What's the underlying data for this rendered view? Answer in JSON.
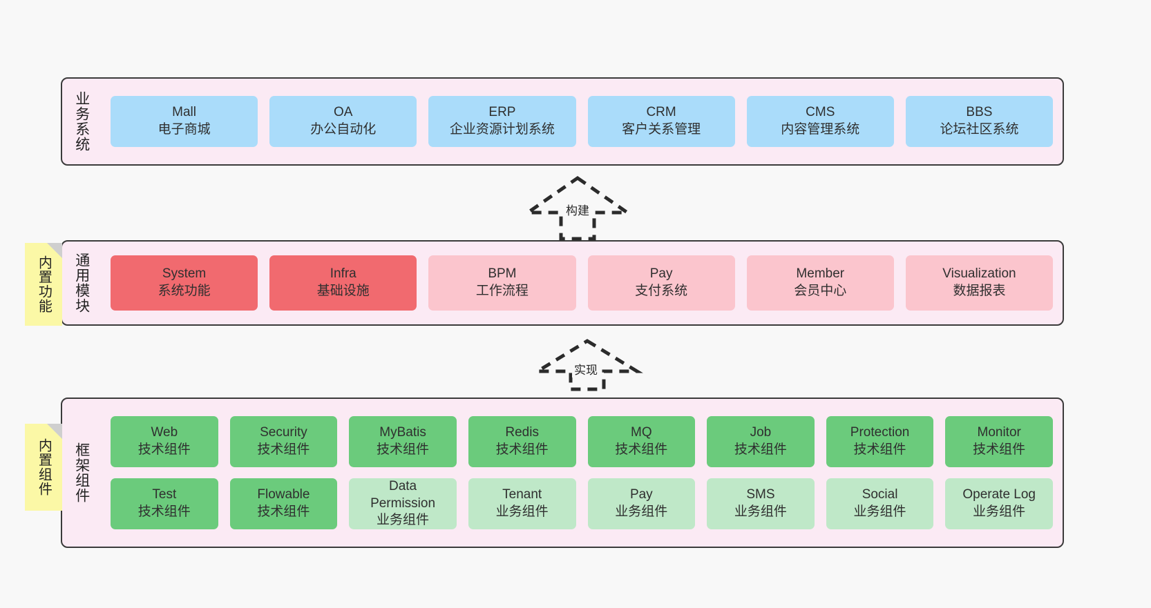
{
  "layers": {
    "business": {
      "title": "业务系统",
      "items": [
        {
          "en": "Mall",
          "cn": "电子商城"
        },
        {
          "en": "OA",
          "cn": "办公自动化"
        },
        {
          "en": "ERP",
          "cn": "企业资源计划系统"
        },
        {
          "en": "CRM",
          "cn": "客户关系管理"
        },
        {
          "en": "CMS",
          "cn": "内容管理系统"
        },
        {
          "en": "BBS",
          "cn": "论坛社区系统"
        }
      ]
    },
    "common": {
      "title": "通用模块",
      "items": [
        {
          "en": "System",
          "cn": "系统功能",
          "color": "#f16a6f"
        },
        {
          "en": "Infra",
          "cn": "基础设施",
          "color": "#f16a6f"
        },
        {
          "en": "BPM",
          "cn": "工作流程",
          "color": "#fbc5cd"
        },
        {
          "en": "Pay",
          "cn": "支付系统",
          "color": "#fbc5cd"
        },
        {
          "en": "Member",
          "cn": "会员中心",
          "color": "#fbc5cd"
        },
        {
          "en": "Visualization",
          "cn": "数据报表",
          "color": "#fbc5cd"
        }
      ]
    },
    "framework": {
      "title": "框架组件",
      "row1": [
        {
          "en": "Web",
          "cn": "技术组件",
          "color": "#6bcb7c"
        },
        {
          "en": "Security",
          "cn": "技术组件",
          "color": "#6bcb7c"
        },
        {
          "en": "MyBatis",
          "cn": "技术组件",
          "color": "#6bcb7c"
        },
        {
          "en": "Redis",
          "cn": "技术组件",
          "color": "#6bcb7c"
        },
        {
          "en": "MQ",
          "cn": "技术组件",
          "color": "#6bcb7c"
        },
        {
          "en": "Job",
          "cn": "技术组件",
          "color": "#6bcb7c"
        },
        {
          "en": "Protection",
          "cn": "技术组件",
          "color": "#6bcb7c"
        },
        {
          "en": "Monitor",
          "cn": "技术组件",
          "color": "#6bcb7c"
        }
      ],
      "row2": [
        {
          "en": "Test",
          "cn": "技术组件",
          "color": "#6bcb7c"
        },
        {
          "en": "Flowable",
          "cn": "技术组件",
          "color": "#6bcb7c"
        },
        {
          "en": "Data Permission",
          "cn": "业务组件",
          "color": "#bfe8c8"
        },
        {
          "en": "Tenant",
          "cn": "业务组件",
          "color": "#bfe8c8"
        },
        {
          "en": "Pay",
          "cn": "业务组件",
          "color": "#bfe8c8"
        },
        {
          "en": "SMS",
          "cn": "业务组件",
          "color": "#bfe8c8"
        },
        {
          "en": "Social",
          "cn": "业务组件",
          "color": "#bfe8c8"
        },
        {
          "en": "Operate Log",
          "cn": "业务组件",
          "color": "#bfe8c8"
        }
      ]
    }
  },
  "notes": {
    "builtin_function": "内置功能",
    "builtin_component": "内置组件"
  },
  "arrows": {
    "build": "构建",
    "implement": "实现"
  },
  "colors": {
    "canvas_background": "#f8f8f8",
    "layer_background": "#fbeaf4",
    "layer_border": "#3a3a3a",
    "business_item": "#aadcfa",
    "core_module": "#f16a6f",
    "module": "#fbc5cd",
    "tech_component": "#6bcb7c",
    "business_component": "#bfe8c8",
    "note": "#fbf8a6",
    "note_fold": "#cfcfcf"
  }
}
